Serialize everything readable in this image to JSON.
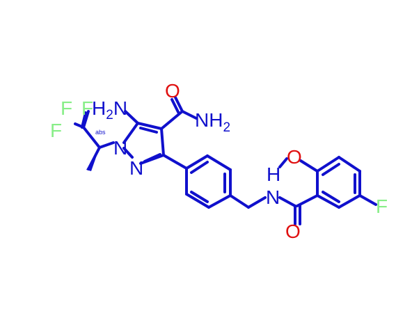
{
  "colors": {
    "bond": "#1010cc",
    "nitrogen": "#1010cc",
    "oxygen": "#e01010",
    "fluorine": "#88ee88",
    "background": "#ffffff"
  },
  "atoms": {
    "nh2_top": {
      "main": "H",
      "sub": "2",
      "tail": "N"
    },
    "amide_o": "O",
    "amide_n": {
      "main": "NH",
      "sub": "2"
    },
    "pyrazole_n1": "N",
    "pyrazole_n2": "N",
    "cf3_f1": "F",
    "cf3_f2": "F",
    "cf3_f3": "F",
    "stereo_label": "abs",
    "linker_nh_h": "H",
    "linker_nh_n": "N",
    "benzamide_o": "O",
    "methoxy_o": "O",
    "aryl_f": "F"
  }
}
